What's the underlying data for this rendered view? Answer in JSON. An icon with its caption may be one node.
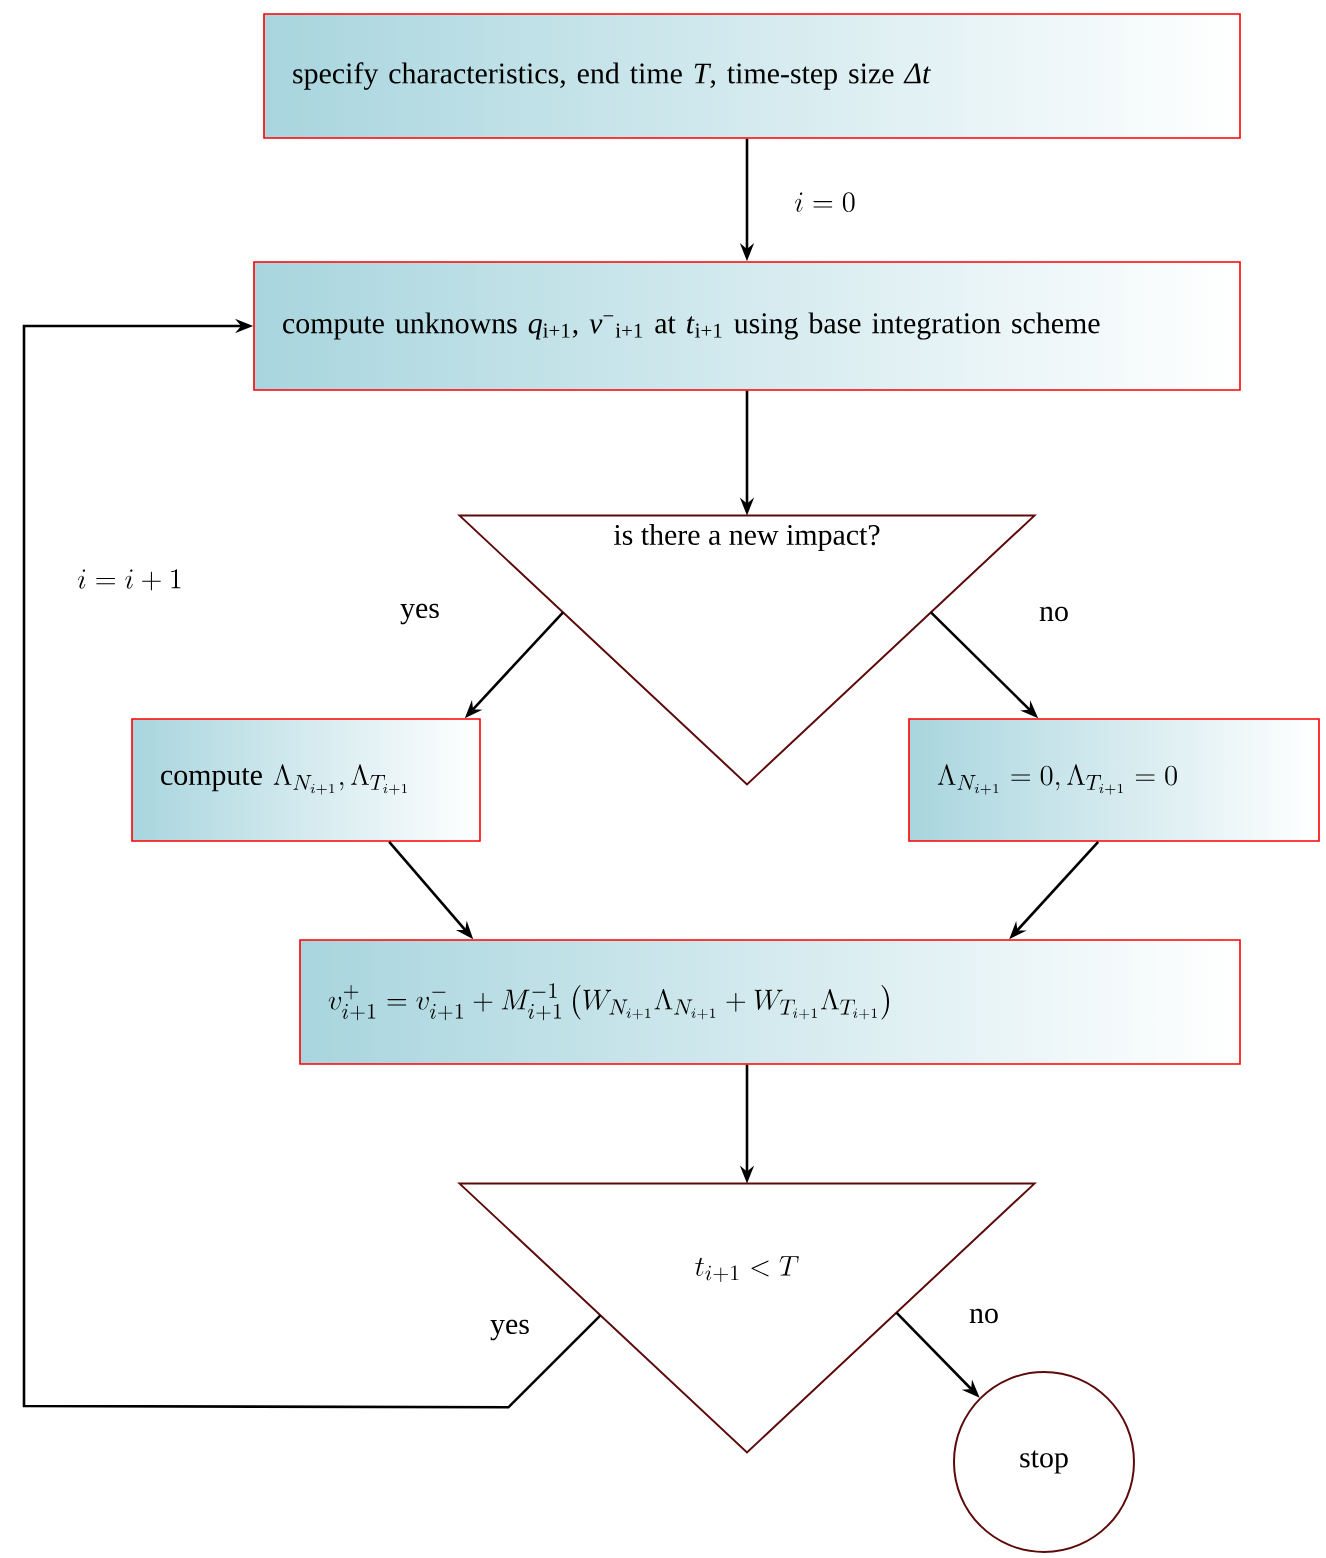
{
  "diagram": {
    "nodes": [
      {
        "text": [
          "specify characteristics, end time *T*, time-step size *Δt*"
        ]
      },
      {
        "text": [
          "compute unknowns *q*$_{i+1}$, *v*$^{−}$$_{i+1}$ at *t*$_{i+1}$ using base integration scheme"
        ]
      },
      {
        "text": [
          "is there a new impact?"
        ]
      },
      {
        "text": [
          "\\text{compute }\\Lambda_{N_{i+1}}, \\Lambda_{T_{i+1}}"
        ]
      },
      {
        "text": [
          "\\Lambda_{N_{i+1}} = 0, \\Lambda_{T_{i+1}} = 0"
        ]
      },
      {
        "text": [
          "v^+_{i+1} = v^-_{i+1} + M^{-1}_{i+1}\\left(W_{N_{i+1}}\\Lambda_{N_{i+1}} + W_{T_{i+1}}\\Lambda_{T_{i+1}}\\right)"
        ]
      },
      {
        "text": [
          "t_{i+1} < T"
        ]
      },
      {
        "text": [
          "stop"
        ]
      }
    ],
    "edges": [
      {
        "from": 0,
        "to": 1,
        "arrow": "to",
        "label": "i = 0"
      },
      {
        "from": 1,
        "to": 2,
        "arrow": "to"
      },
      {
        "from": 2,
        "to": 3,
        "arrow": "to",
        "label": "yes"
      },
      {
        "from": 2,
        "to": 4,
        "arrow": "to",
        "label": "no"
      },
      {
        "from": 3,
        "to": 5,
        "arrow": "to"
      },
      {
        "from": 4,
        "to": 5,
        "arrow": "to"
      },
      {
        "from": 5,
        "to": 6,
        "arrow": "to"
      },
      {
        "from": 6,
        "to": 7,
        "arrow": "to",
        "label": "no"
      },
      {
        "from": 6,
        "to": 1,
        "arrow": "to",
        "label": "yes"
      }
    ],
    "labels": [
      "i = i + 1"
    ]
  }
}
